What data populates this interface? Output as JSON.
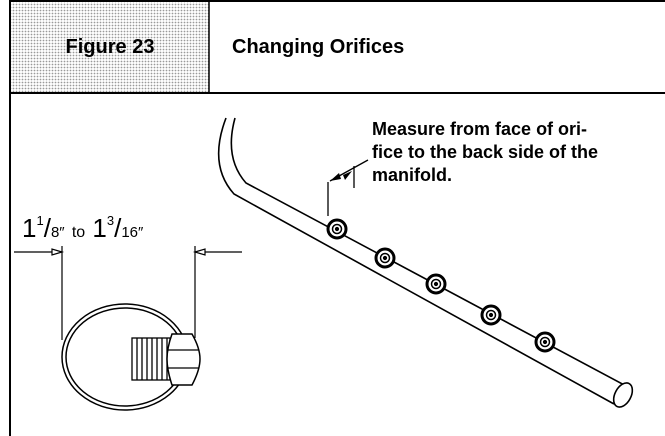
{
  "figure": {
    "label": "Figure 23",
    "title": "Changing Orifices"
  },
  "note": {
    "lines": [
      "Measure from face of ori-",
      "fice to the back side of the",
      "manifold."
    ]
  },
  "dimension": {
    "from_whole": "1",
    "from_num": "1",
    "from_den": "8″",
    "to_word": "to",
    "to_whole": "1",
    "to_num": "3",
    "to_den": "16″"
  }
}
